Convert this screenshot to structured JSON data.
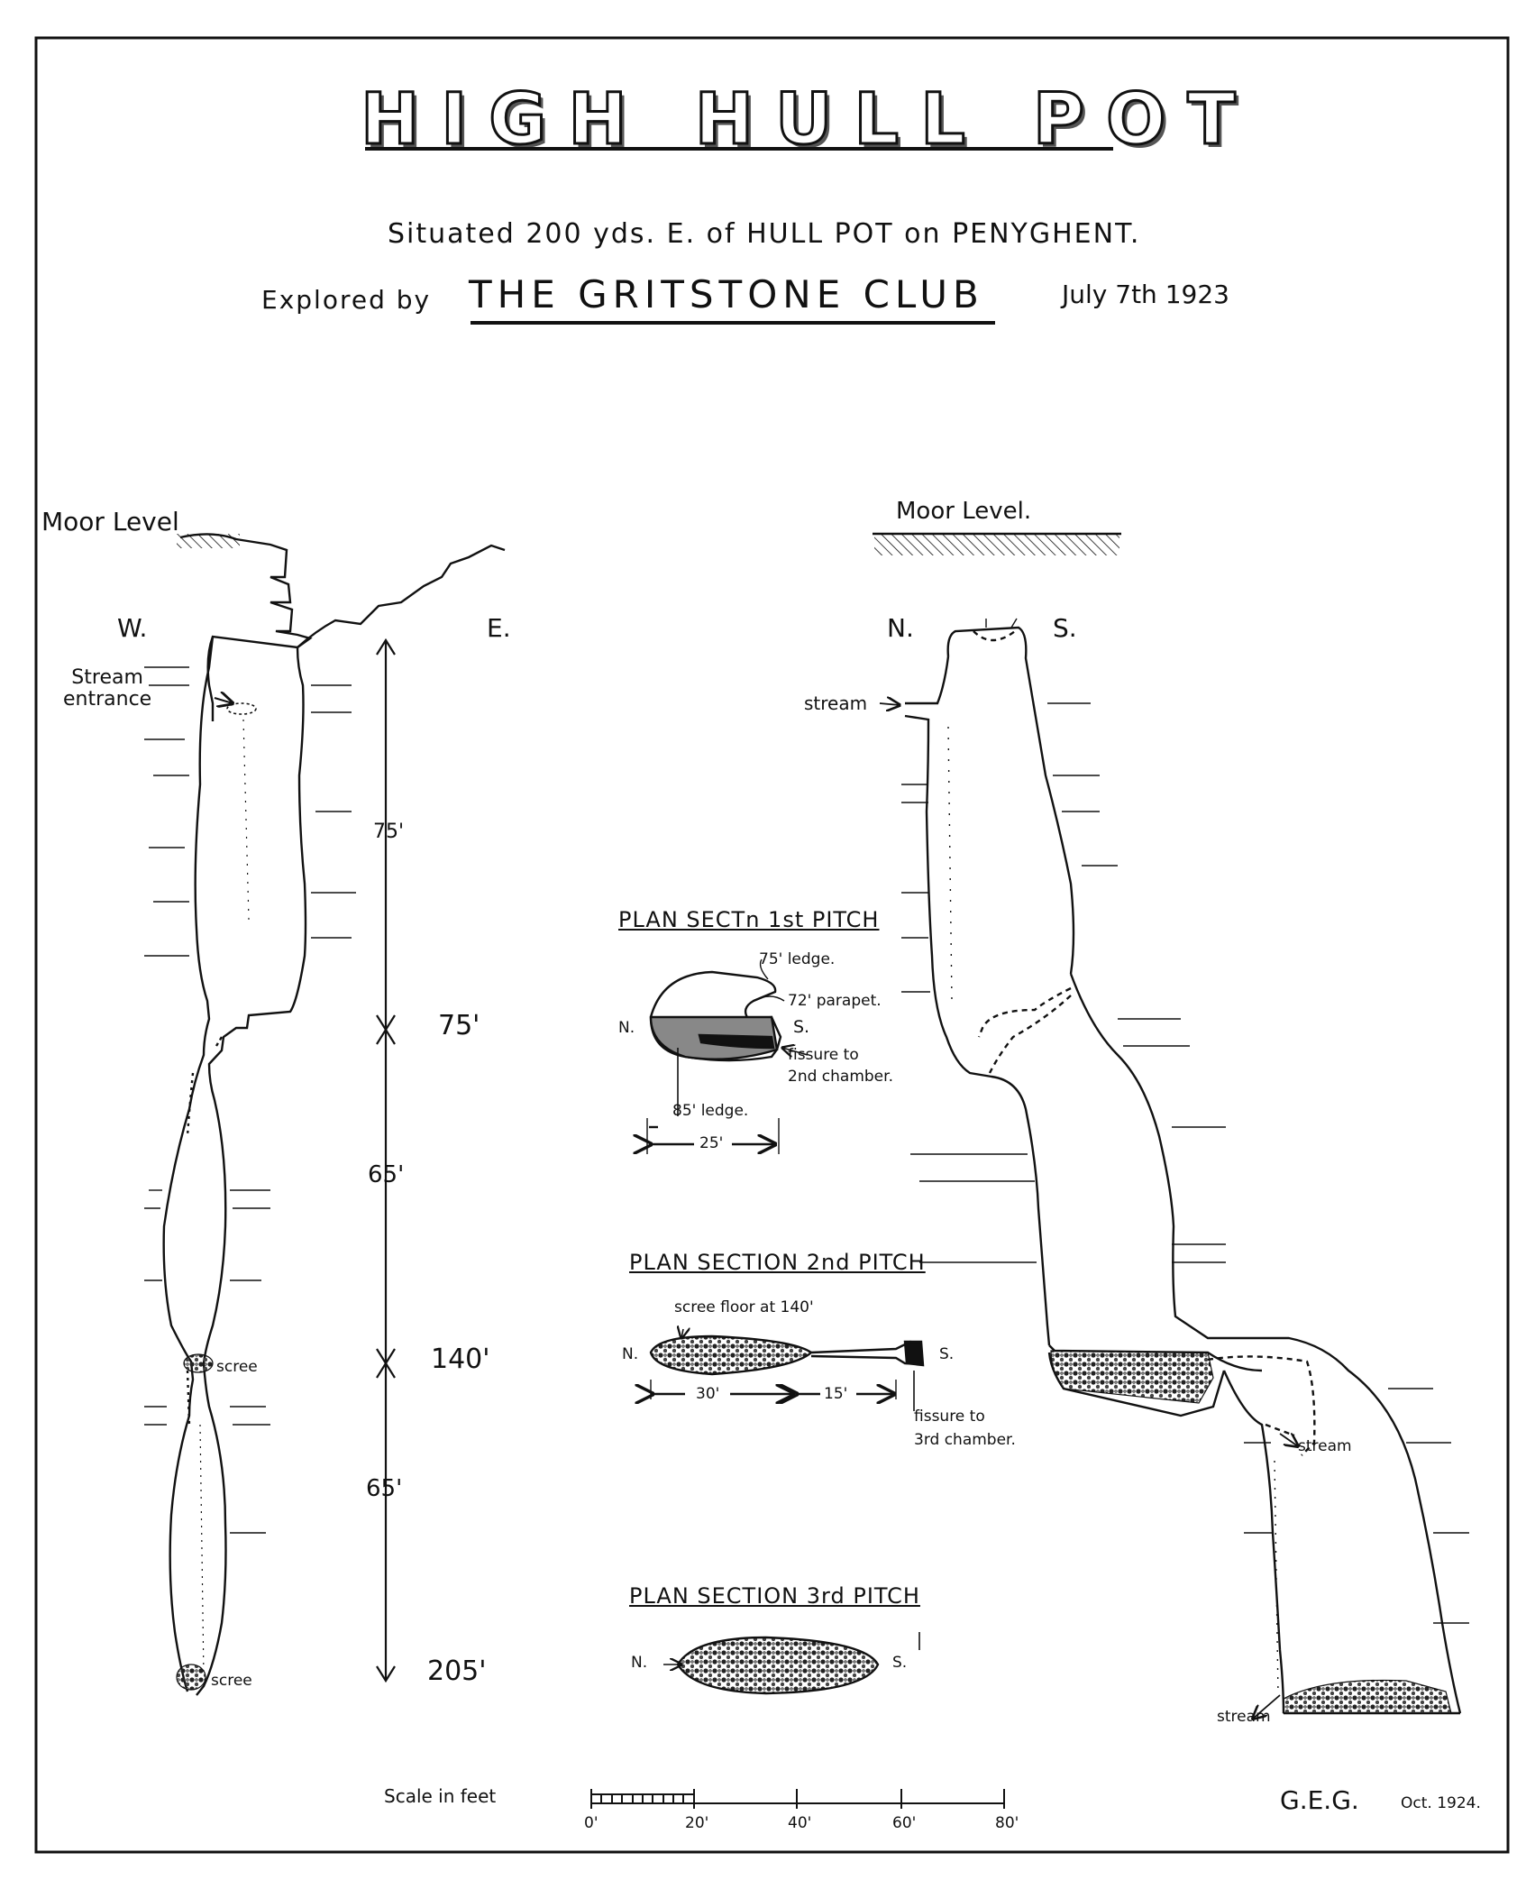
{
  "header": {
    "title": "HIGH HULL POT",
    "situated": "Situated 200 yds. E. of HULL POT on PENYGHENT.",
    "explored_by": "Explored by",
    "club": "THE GRITSTONE CLUB",
    "date": "July 7th 1923"
  },
  "left_section": {
    "moor_level": "Moor Level",
    "west": "W.",
    "east": "E.",
    "stream_entrance": "Stream\nentrance",
    "scree_mid": "scree",
    "scree_bottom": "scree",
    "dimensions": [
      "75'",
      "75'",
      "65'",
      "140'",
      "65'",
      "205'"
    ]
  },
  "plan_sections": {
    "pitch1": {
      "title": "PLAN SECTn 1st PITCH",
      "ledge_75": "75' ledge.",
      "parapet": "72' parapet.",
      "north": "N.",
      "south": "S.",
      "fissure": "fissure to\n2nd chamber.",
      "ledge_85": "85' ledge.",
      "width": "25'"
    },
    "pitch2": {
      "title": "PLAN SECTION 2nd PITCH",
      "scree_floor": "scree floor at 140'",
      "north": "N.",
      "south": "S.",
      "width_a": "30'",
      "width_b": "15'",
      "fissure": "fissure to\n3rd chamber."
    },
    "pitch3": {
      "title": "PLAN SECTION 3rd PITCH",
      "north": "N.",
      "south": "S."
    }
  },
  "right_section": {
    "moor_level": "Moor Level.",
    "north": "N.",
    "south": "S.",
    "stream_top": "stream",
    "stream_mid": "stream",
    "stream_bottom": "stream"
  },
  "footer": {
    "scale_label": "Scale in feet",
    "scale_ticks": [
      "0'",
      "20'",
      "40'",
      "60'",
      "80'"
    ],
    "initials": "G.E.G.",
    "footer_date": "Oct. 1924."
  }
}
